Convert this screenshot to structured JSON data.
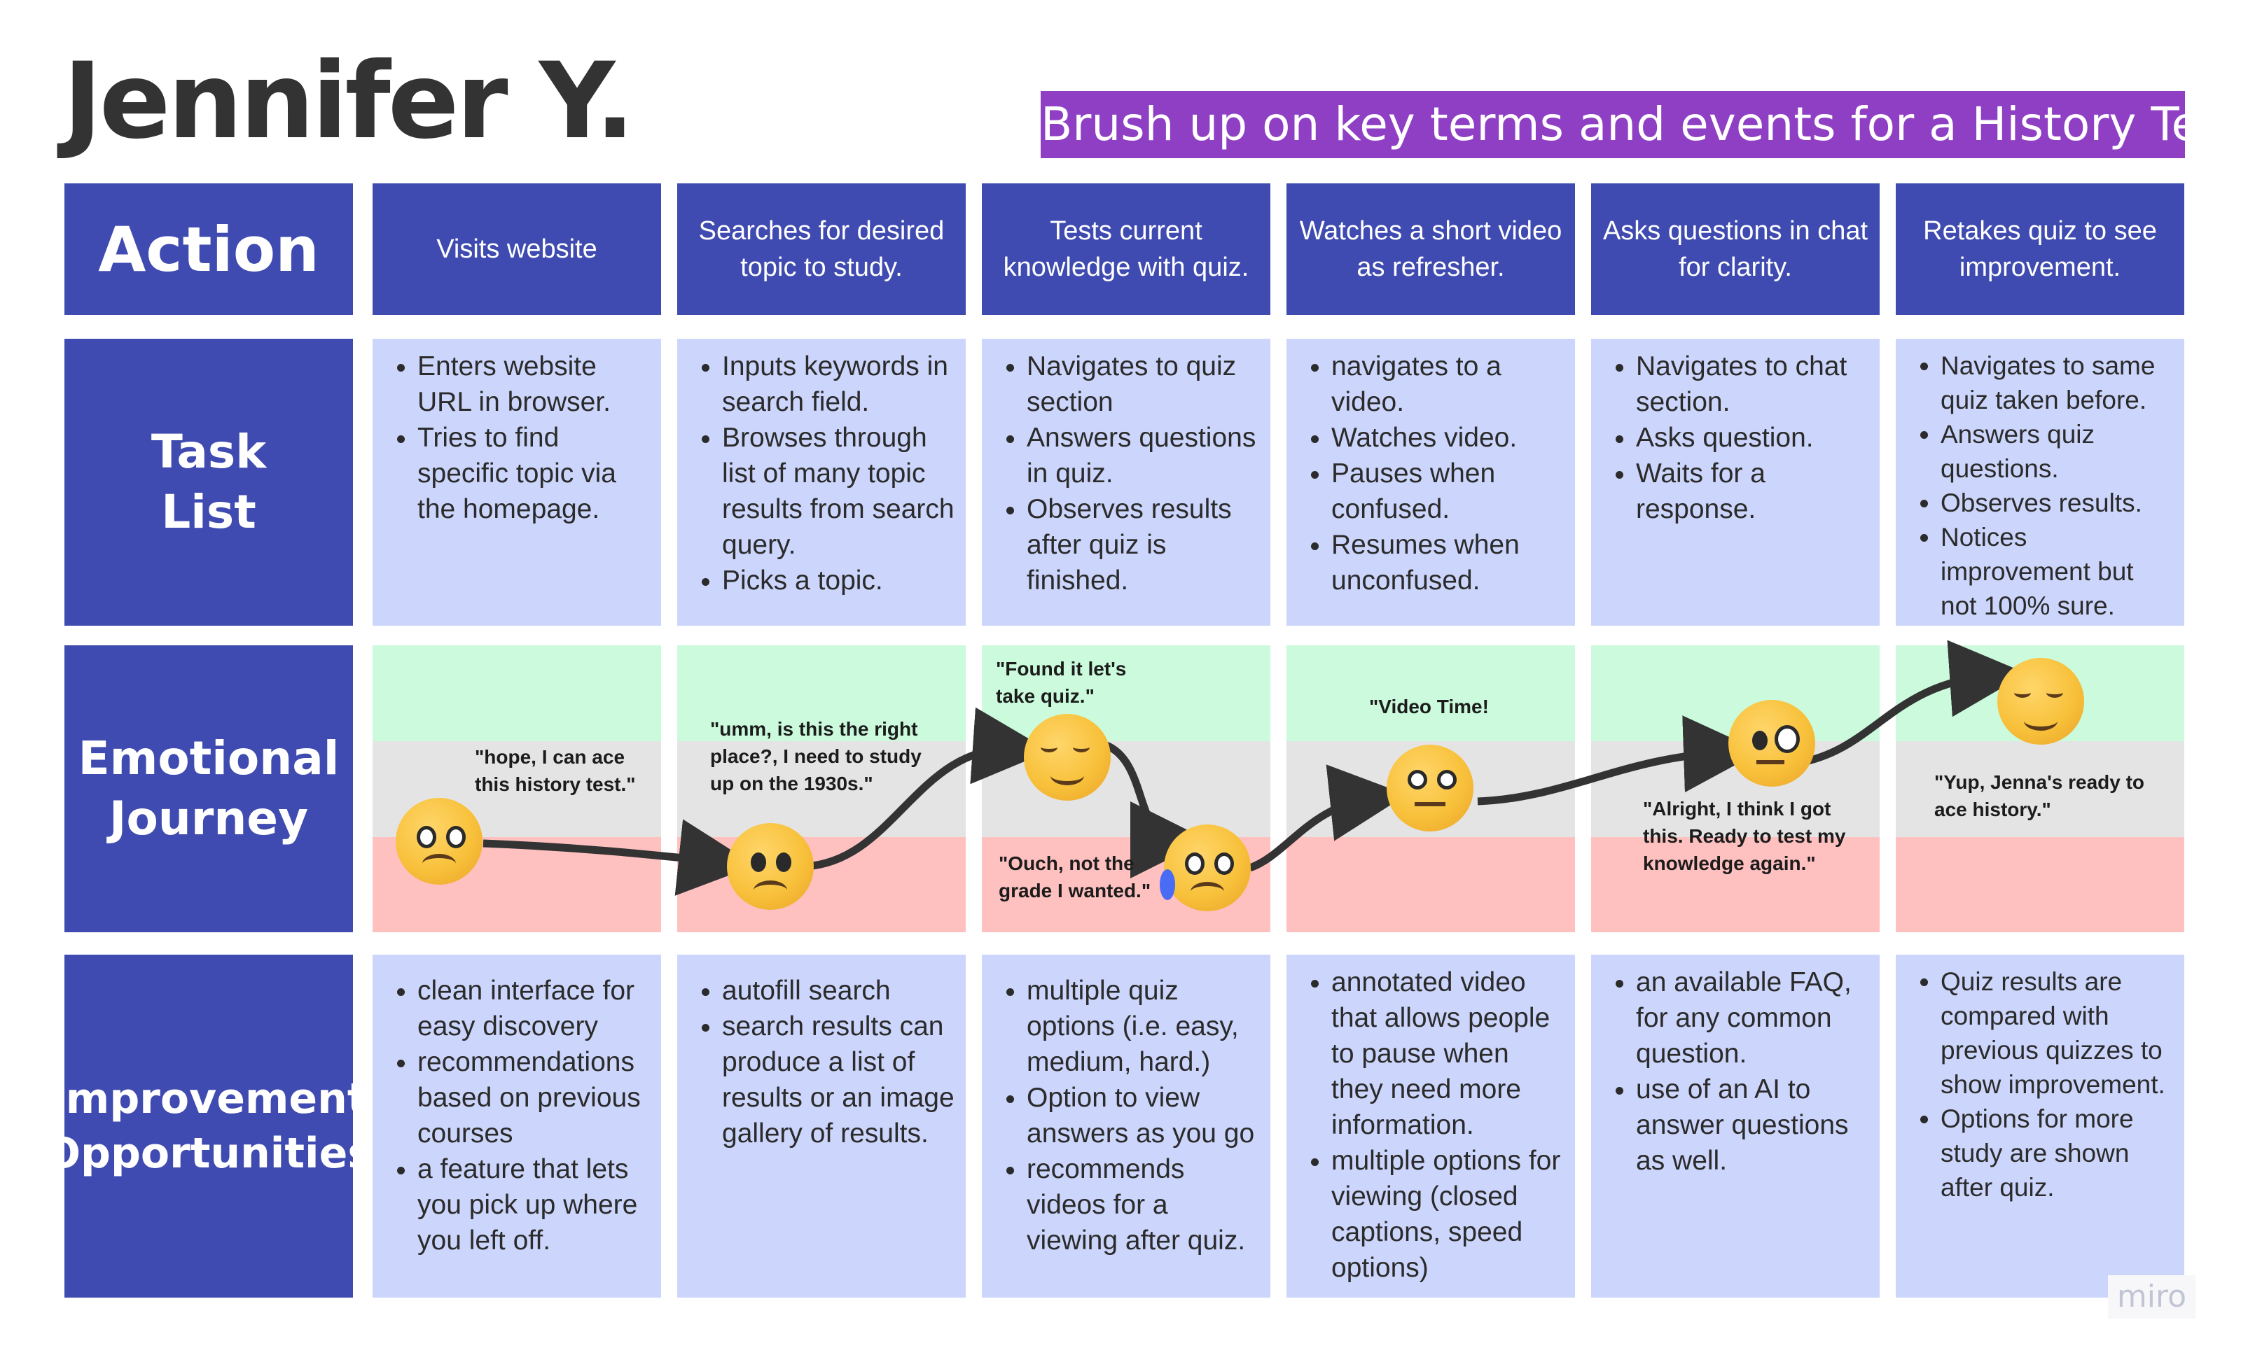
{
  "persona_name": "Jennifer Y.",
  "scenario": "Brush up on key terms and events for a History Test",
  "row_labels": {
    "action": "Action",
    "task_list": [
      "Task",
      "List"
    ],
    "emotional_journey": [
      "Emotional",
      "Journey"
    ],
    "improvement": [
      "Improvement",
      "Opportunities"
    ]
  },
  "actions": [
    "Visits website",
    "Searches for desired topic to study.",
    "Tests current knowledge with quiz.",
    "Watches a short video as refresher.",
    "Asks questions in chat for clarity.",
    "Retakes quiz to see improvement."
  ],
  "tasks": [
    [
      "Enters website URL in browser.",
      "Tries to find specific topic via the homepage."
    ],
    [
      "Inputs keywords in search field.",
      "Browses through list of many topic results from search query.",
      "Picks a topic."
    ],
    [
      "Navigates to quiz section",
      "Answers questions in quiz.",
      "Observes results after quiz is finished."
    ],
    [
      "navigates to a video.",
      "Watches video.",
      "Pauses when confused.",
      "Resumes when unconfused."
    ],
    [
      "Navigates to chat section.",
      "Asks question.",
      "Waits for a response."
    ],
    [
      "Navigates to same quiz taken before.",
      "Answers quiz questions.",
      "Observes results.",
      "Notices improvement but not 100% sure."
    ]
  ],
  "quotes": {
    "q1": "\"hope, I can ace\nthis history test.\"",
    "q2": "\"umm, is this the right\nplace?, I need to study\nup on the 1930s.\"",
    "q3": "\"Found it let's\ntake quiz.\"",
    "q3b": "\"Ouch, not the\ngrade I wanted.\"",
    "q4": "\"Video Time!",
    "q5": "\"Alright, I think I got\nthis. Ready to test my\nknowledge again.\"",
    "q6": "\"Yup, Jenna's ready to\nace history.\""
  },
  "emotion_faces": [
    {
      "icon": "worried-face-icon",
      "mood": "worried"
    },
    {
      "icon": "confused-face-icon",
      "mood": "confused"
    },
    {
      "icon": "relieved-face-icon",
      "mood": "relieved"
    },
    {
      "icon": "crying-face-icon",
      "mood": "sad"
    },
    {
      "icon": "neutral-face-icon",
      "mood": "neutral"
    },
    {
      "icon": "monocle-face-icon",
      "mood": "thinking"
    },
    {
      "icon": "relieved-face-icon",
      "mood": "relieved"
    }
  ],
  "improvements": [
    [
      "clean interface for easy discovery",
      "recommendations based on previous courses",
      "a feature that lets you pick up where you left off."
    ],
    [
      "autofill search",
      "search results can  produce a list of results or an image gallery of results."
    ],
    [
      "multiple quiz options (i.e. easy, medium, hard.)",
      "Option to view answers as you go",
      "recommends videos for a viewing after quiz."
    ],
    [
      "annotated video that allows people to pause when they need more information.",
      "multiple options for viewing (closed captions, speed options)"
    ],
    [
      "an available FAQ, for any common question.",
      "use of an AI to answer questions as well."
    ],
    [
      "Quiz results are compared with previous quizzes to show improvement.",
      "Options for more study are shown after quiz."
    ]
  ],
  "watermark": "miro",
  "colors": {
    "header_blue": "#3f4bb0",
    "cell_light": "#ccd5fb",
    "scenario_purple": "#8e3fc4",
    "emotion_positive": "#cbfbdc",
    "emotion_neutral": "#e4e4e4",
    "emotion_negative": "#ffc0c0"
  }
}
